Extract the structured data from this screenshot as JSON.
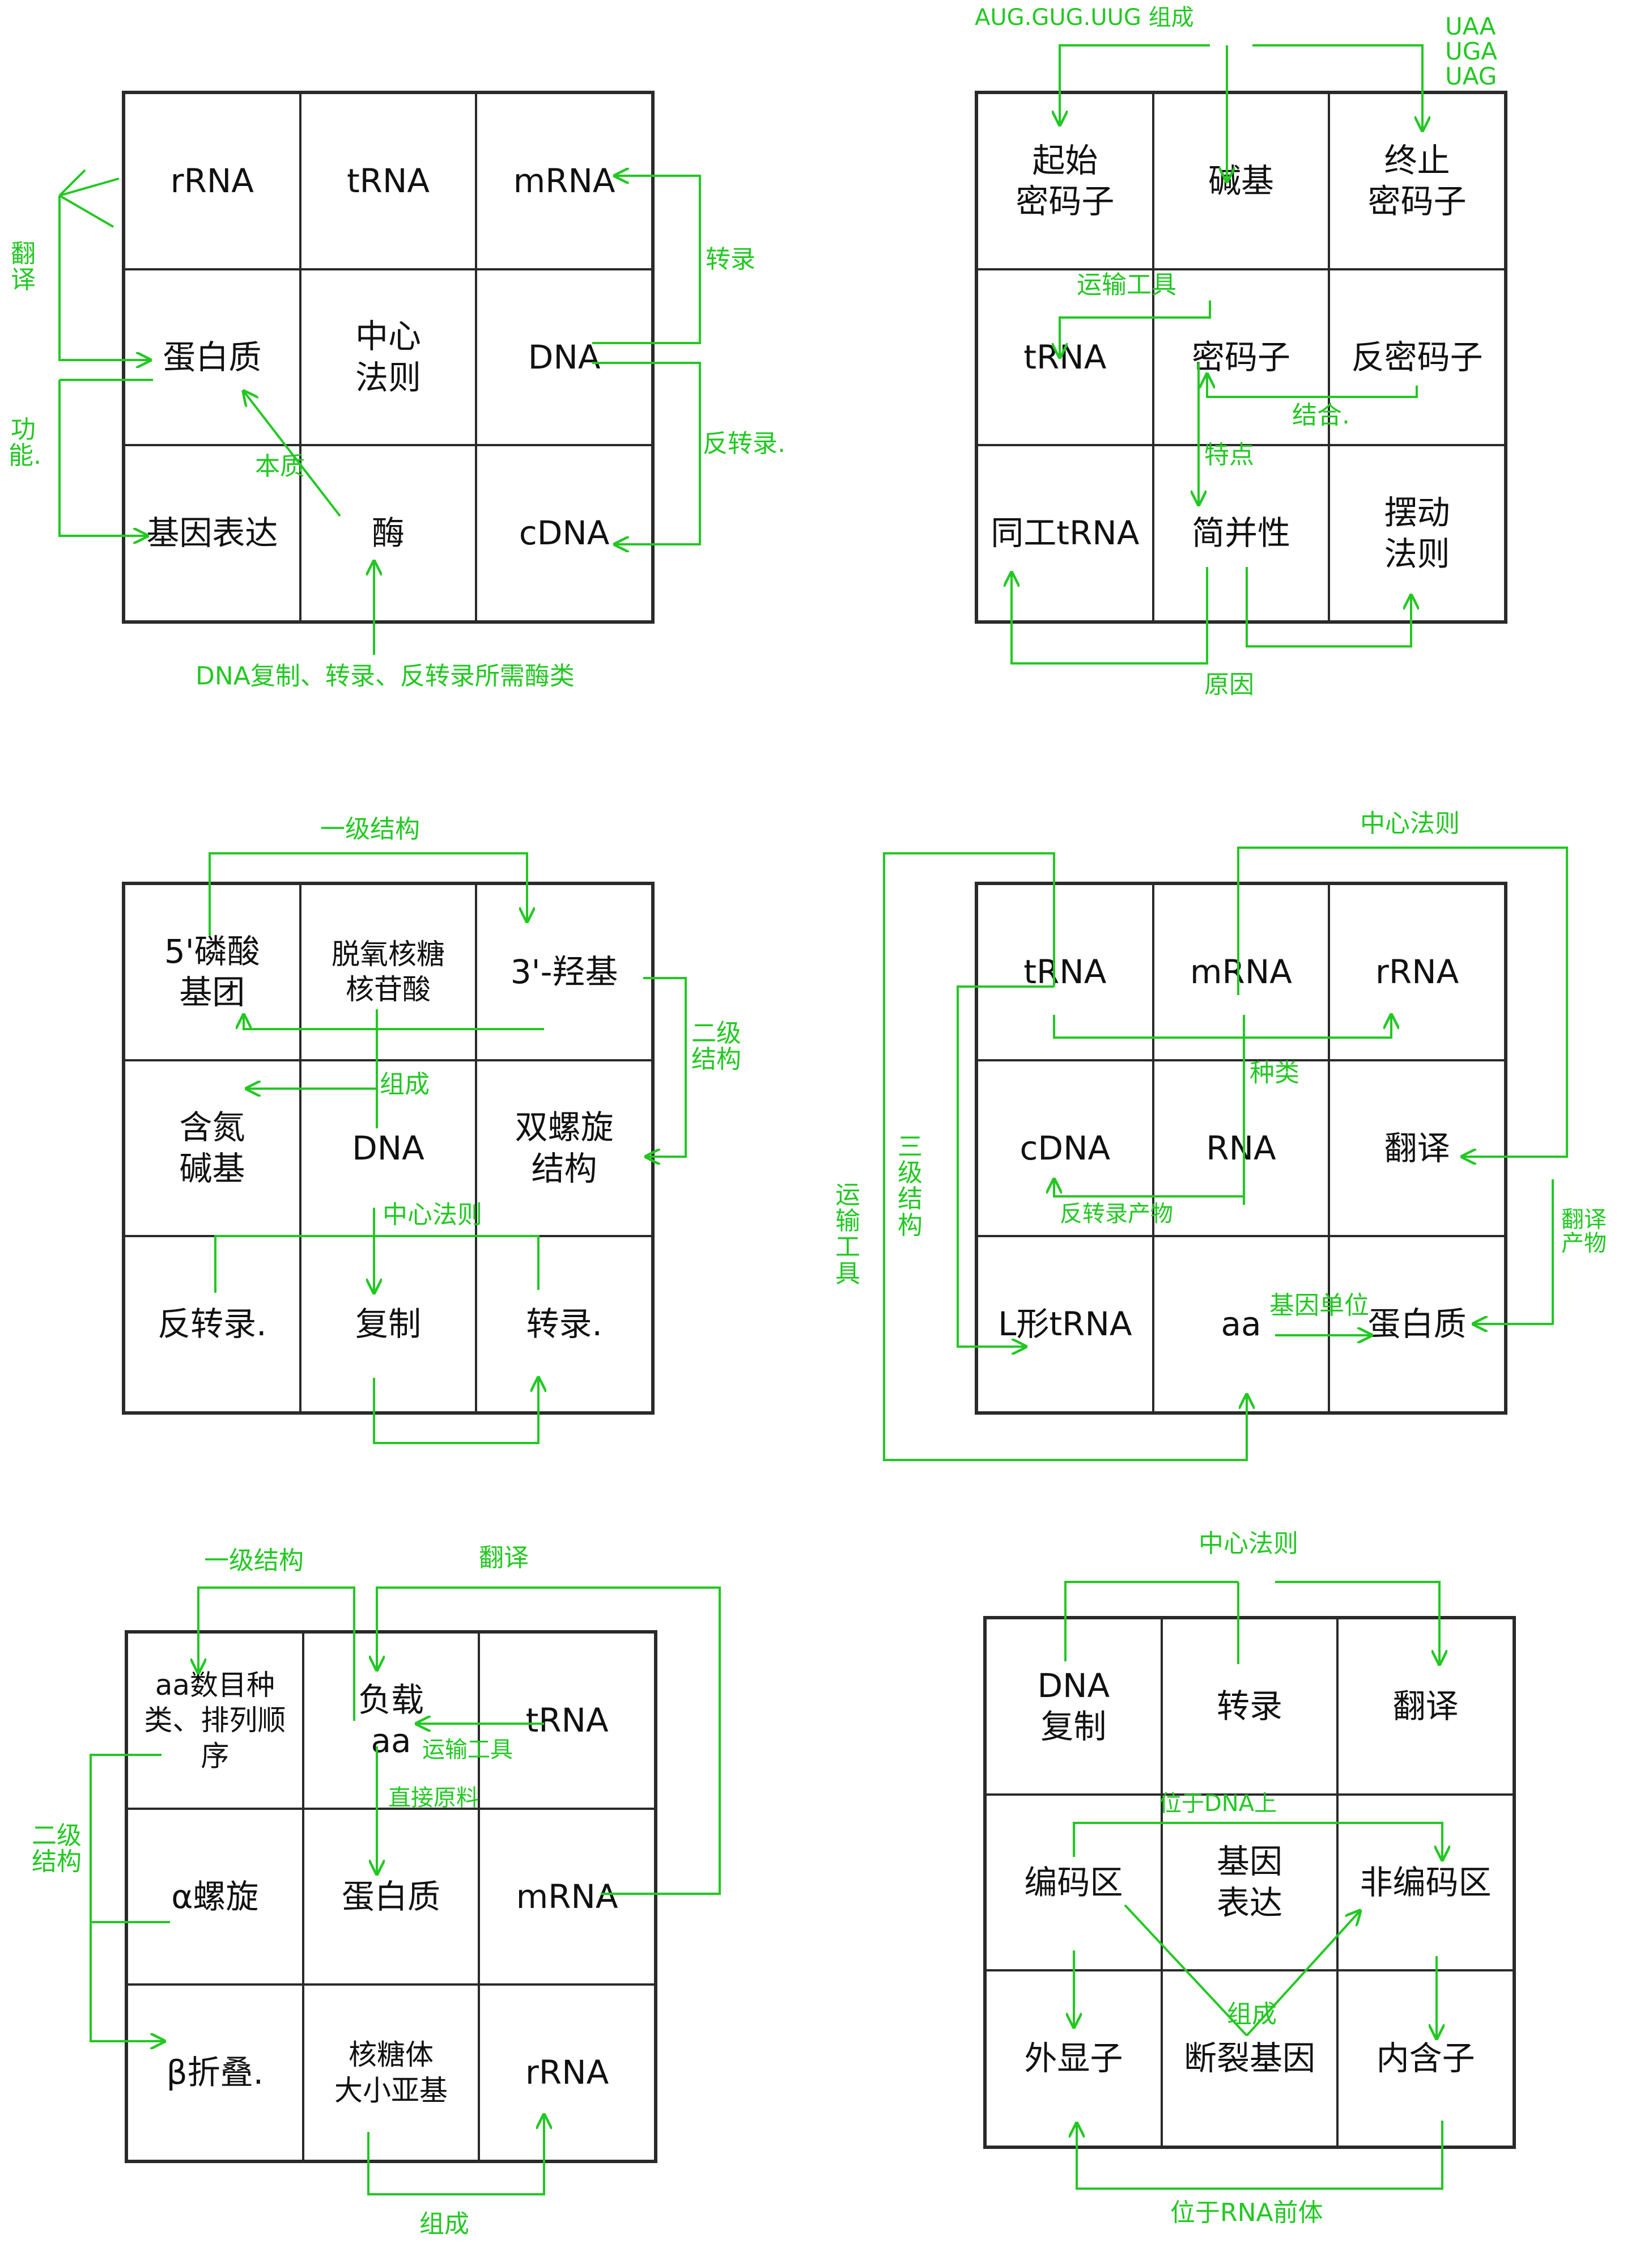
{
  "colors": {
    "ink": "#111111",
    "grid": "#2a2a2a",
    "annotation": "#22c822"
  },
  "panels": [
    {
      "cells": [
        "rRNA",
        "tRNA",
        "mRNA",
        "蛋白质",
        "中心\n法则",
        "DNA",
        "基因表达",
        "酶",
        "cDNA"
      ],
      "annotations": [
        "翻\n译",
        "功\n能.",
        "转录",
        "反转录.",
        "本质",
        "DNA复制、转录、反转录所需酶类"
      ]
    },
    {
      "cells": [
        "起始\n密码子",
        "碱基",
        "终止\n密码子",
        "tRNA",
        "密码子",
        "反密码子",
        "同工tRNA",
        "简并性",
        "摆动\n法则"
      ],
      "annotations": [
        "AUG.GUG.UUG 组成",
        "UAA\nUGA\nUAG",
        "运输工具",
        "结合.",
        "特点",
        "原因"
      ]
    },
    {
      "cells": [
        "5'磷酸\n基团",
        "脱氧核糖\n核苷酸",
        "3'-羟基",
        "含氮\n碱基",
        "DNA",
        "双螺旋\n结构",
        "反转录.",
        "复制",
        "转录."
      ],
      "annotations": [
        "一级结构",
        "二级\n结构",
        "组成",
        "中心法则"
      ]
    },
    {
      "cells": [
        "tRNA",
        "mRNA",
        "rRNA",
        "cDNA",
        "RNA",
        "翻译",
        "L形tRNA",
        "aa",
        "蛋白质"
      ],
      "annotations": [
        "中心法则",
        "种类",
        "反转录产物",
        "三\n级\n结\n构",
        "运\n输\n工\n具",
        "翻译\n产物",
        "基因单位"
      ]
    },
    {
      "cells": [
        "aa数目种\n类、排列顺\n序",
        "负载\naa",
        "tRNA",
        "α螺旋",
        "蛋白质",
        "mRNA",
        "β折叠.",
        "核糖体\n大小亚基",
        "rRNA"
      ],
      "annotations": [
        "一级结构",
        "翻译",
        "运输工具",
        "直接原料",
        "二级\n结构",
        "组成"
      ]
    },
    {
      "cells": [
        "DNA\n复制",
        "转录",
        "翻译",
        "编码区",
        "基因\n表达",
        "非编码区",
        "外显子",
        "断裂基因",
        "内含子"
      ],
      "annotations": [
        "中心法则",
        "位于DNA上",
        "组成",
        "位于RNA前体"
      ]
    }
  ]
}
